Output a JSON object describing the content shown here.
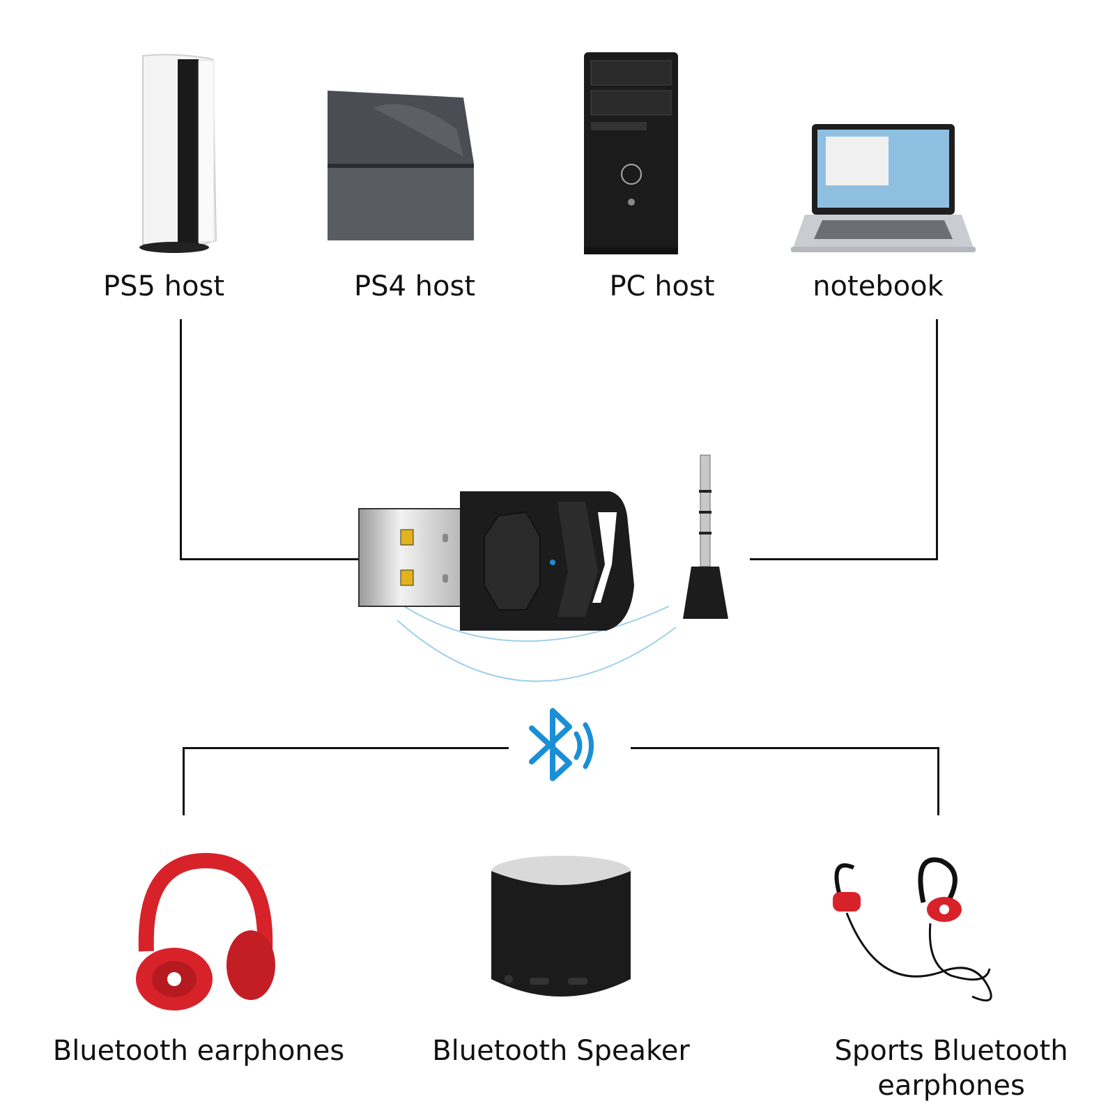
{
  "hosts": [
    {
      "id": "ps5",
      "label": "PS5 host",
      "icon": "ps5-console-icon"
    },
    {
      "id": "ps4",
      "label": "PS4 host",
      "icon": "ps4-console-icon"
    },
    {
      "id": "pc",
      "label": "PC host",
      "icon": "pc-tower-icon"
    },
    {
      "id": "notebook",
      "label": "notebook",
      "icon": "laptop-icon"
    }
  ],
  "center": {
    "adapter": "usb-bluetooth-adapter",
    "mic": "3.5mm-jack-microphone",
    "wireless_symbol": "bluetooth-icon",
    "accent_color": "#1a8fd6"
  },
  "devices": [
    {
      "id": "headphones",
      "label": "Bluetooth earphones",
      "icon": "red-headphones-icon"
    },
    {
      "id": "speaker",
      "label": "Bluetooth Speaker",
      "icon": "speaker-icon"
    },
    {
      "id": "sports",
      "label_line1": "Sports Bluetooth",
      "label_line2": "earphones",
      "icon": "sports-earphones-icon"
    }
  ]
}
